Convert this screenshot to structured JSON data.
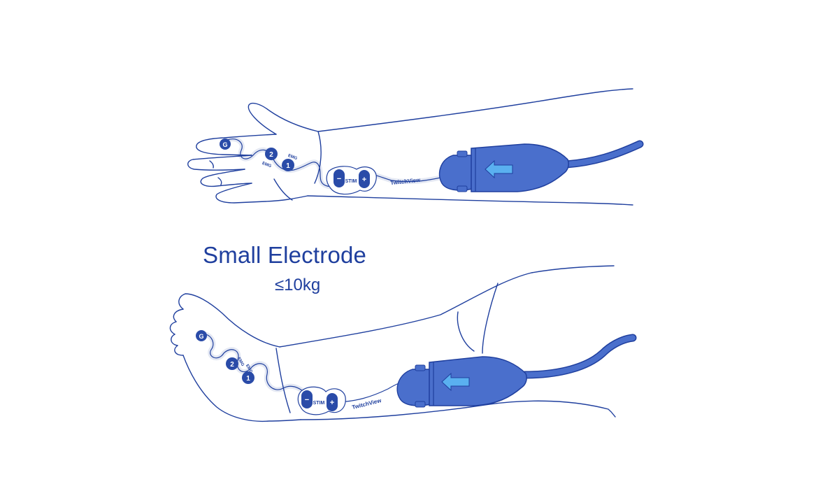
{
  "caption": {
    "title": "Small Electrode",
    "weight_limit": "≤10kg"
  },
  "electrode_labels": {
    "ground": "G",
    "emg": "EMG",
    "emg_1": "1",
    "emg_2": "2",
    "stim": "STIM",
    "stim_minus": "−",
    "stim_plus": "+",
    "brand": "TwitchView"
  },
  "colors": {
    "outline": "#1f3f9e",
    "sensor_fill": "#4a6fcc",
    "sensor_dark": "#2a4ba8",
    "arrow_fill": "#5ab0f0",
    "caption_text": "#1f3f9e",
    "background": "#ffffff"
  },
  "icons": {
    "sensor_arrow": "arrow-left-icon"
  }
}
